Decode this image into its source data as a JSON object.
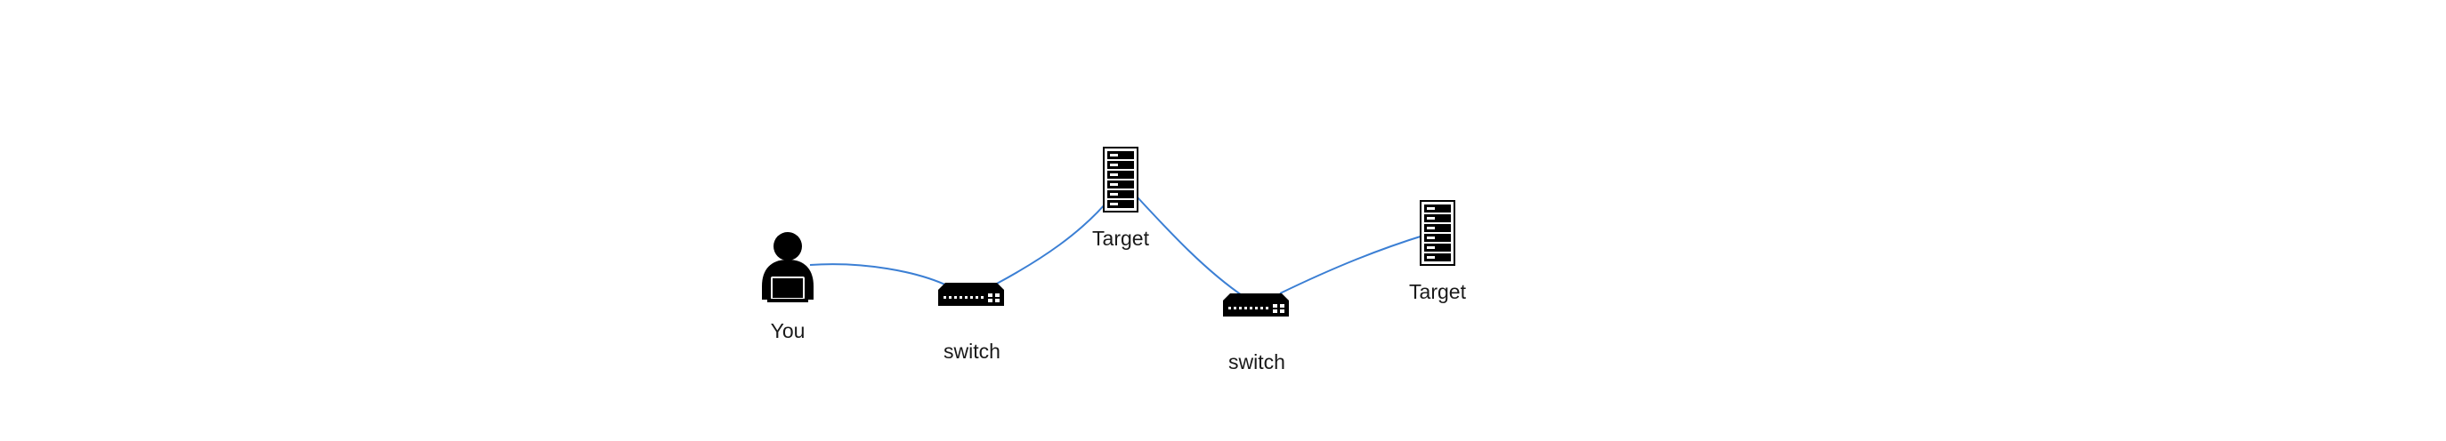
{
  "colors": {
    "edge": "#3b7fd4",
    "icon": "#000000",
    "icon_light": "#ffffff",
    "server_body": "#ffffff"
  },
  "nodes": [
    {
      "id": "you",
      "label": "You",
      "icon": "user-laptop-icon"
    },
    {
      "id": "switch1",
      "label": "switch",
      "icon": "network-switch-icon"
    },
    {
      "id": "target1",
      "label": "Target",
      "icon": "server-rack-icon"
    },
    {
      "id": "switch2",
      "label": "switch",
      "icon": "network-switch-icon"
    },
    {
      "id": "target2",
      "label": "Target",
      "icon": "server-rack-icon"
    }
  ],
  "edges": [
    {
      "from": "you",
      "to": "switch1"
    },
    {
      "from": "switch1",
      "to": "target1"
    },
    {
      "from": "target1",
      "to": "switch2"
    },
    {
      "from": "switch2",
      "to": "target2"
    }
  ]
}
